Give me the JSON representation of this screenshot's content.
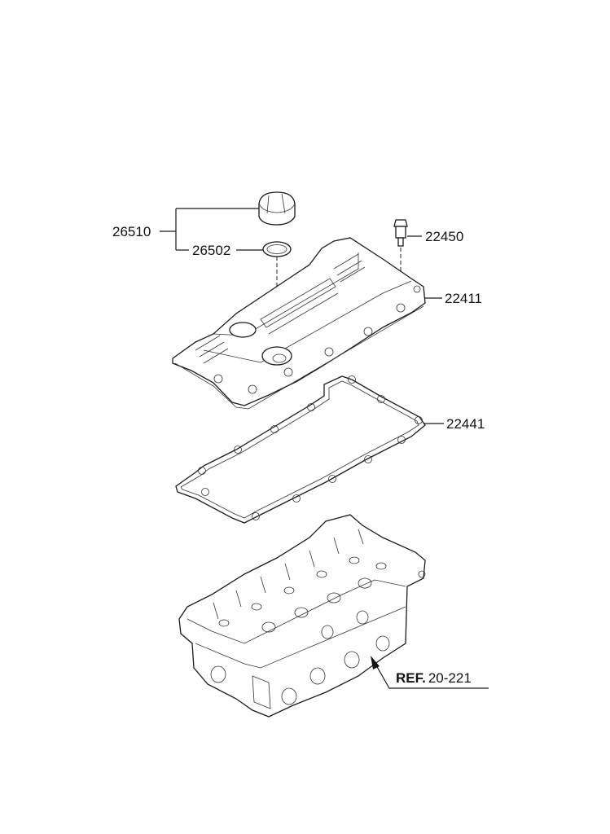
{
  "callouts": {
    "oil_filler_cap_assy": "26510",
    "oil_filler_cap_gasket": "26502",
    "bolt": "22450",
    "rocker_cover": "22411",
    "rocker_cover_gasket": "22441"
  },
  "reference": {
    "prefix": "REF.",
    "number": "20-221"
  }
}
